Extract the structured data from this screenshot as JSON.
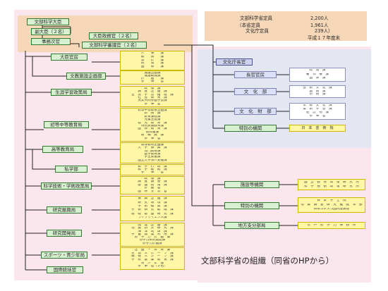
{
  "top_left": {
    "minister": "文部科学大臣",
    "vice_ministers": "副大臣（２名）",
    "vice_minister_admin": "事務次官",
    "parliamentary_secretaries": "大臣政務官（２名）",
    "deputy_minister": "文部科学審議官（２名）"
  },
  "staff_info": {
    "line1_label": "文部科学省定員",
    "line1_value": "2,200人",
    "line2_label": "（本省定員",
    "line2_value": "1,961人",
    "line3_label": "文化庁定員",
    "line3_value": "239人）",
    "line4": "平成１７年度末"
  },
  "bureaus": [
    {
      "name": "大臣官房",
      "items": [
        "人　　事　　課",
        "総　　務　　課",
        "会　　計　　課",
        "政　　策　　課",
        "国　　際　　課"
      ]
    },
    {
      "name": "文教施設企画部",
      "items": [
        "施設企画課",
        "施設助成課",
        "計　　画　　課",
        "参　　事　　官"
      ]
    },
    {
      "name": "生涯学習政策局",
      "items": [
        "政　策　課",
        "調　査　企　画　課",
        "生　涯　学　習　推　進　課",
        "社　会　教　育　課",
        "男女共同参画学習課",
        "参　事　官"
      ]
    },
    {
      "name": "初等中等教育局",
      "items": [
        "初等中等教育企画課",
        "財　務　課",
        "教育課程課",
        "児童生徒課",
        "幼　児　教　育　課",
        "特別支援教育課",
        "国　際　教　育　課",
        "教科書課",
        "教　職　員　課",
        "参　事　官"
      ]
    },
    {
      "name": "高等教育局",
      "items": [
        "高等教育企画課",
        "大　学　振　興　課",
        "専門教育課",
        "医学教育課",
        "学生支援課",
        "国立大学法人支援課"
      ]
    },
    {
      "name": "私学部",
      "items": [
        "私　学　行　政　課",
        "私　学　助　成　課",
        "参　　事　　官"
      ]
    },
    {
      "name": "科学技術・学術政策局",
      "items": [
        "政　策　課",
        "調　査　調　整　課",
        "基　盤　政　策　課",
        "計　画　官",
        "国　際　交　流　官"
      ]
    },
    {
      "name": "研究振興局",
      "items": [
        "振　興　企　画　課",
        "研　究　環　境　課",
        "学　術　機　関　課",
        "学　術　研　究　助　成　課",
        "基　礎　基　盤　研　究　課",
        "ライフサイエンス課"
      ]
    },
    {
      "name": "研究開発局",
      "items": [
        "開　発　企　画　課",
        "地　震　防　災　研　究　課",
        "海　洋　地　球　課",
        "宇　宙　開　発　利　用　課",
        "原　子　力　計　画　課",
        "原子力研究開発課",
        "原子力計画課"
      ]
    },
    {
      "name": "スポーツ・青少年局",
      "items": [
        "企　画　・　体　育　課",
        "生　涯　ス　ポ　ー　ツ　課",
        "競　技　ス　ポ　ー　ツ　課",
        "学　校　健　康　教　育　課",
        "青　少　年　課",
        "参　事　官（２名）"
      ]
    }
  ],
  "international": "国際統括官",
  "cultural_agency": {
    "name": "文化庁長官",
    "divisions": [
      {
        "name": "長官官房",
        "items": [
          "政　策　課",
          "著　作　権　課",
          "国　際　課"
        ]
      },
      {
        "name": "文　化　部",
        "items": [
          "芸　術　文　化　課",
          "国　語　課",
          "宗　務　課"
        ]
      },
      {
        "name": "文　化　財　部",
        "items": [
          "伝　統　文　化　課",
          "美　術　学　芸　課",
          "記　念　物　課",
          "参　事　官"
        ]
      }
    ],
    "special": {
      "name": "特別の機関",
      "item": "日　本　芸　術　院"
    }
  },
  "ministry_external": [
    {
      "name": "施設等機関",
      "items": [
        "国　立　教　育　政　策　研　究　所",
        "科　学　技　術　政　策　研　究　所"
      ]
    },
    {
      "name": "特別の機関",
      "items": [
        "日　本　学　士　院",
        "地　震　調　査　研　究　推　進　本　部",
        "日本ユネスコ国内委員会"
      ]
    },
    {
      "name": "地方支分部局",
      "items": [
        "水　戸　原　子　力　事　務　所"
      ]
    }
  ],
  "caption": "文部科学省の組織（同省のHPから）",
  "colors": {
    "pink_panel": "#fbe6ee",
    "blue_panel": "#e4e6f2",
    "tan_panel": "#f6d8b8",
    "green_node": "#d7f0cf",
    "yellow_node": "#fff7a6",
    "line": "#222222"
  }
}
